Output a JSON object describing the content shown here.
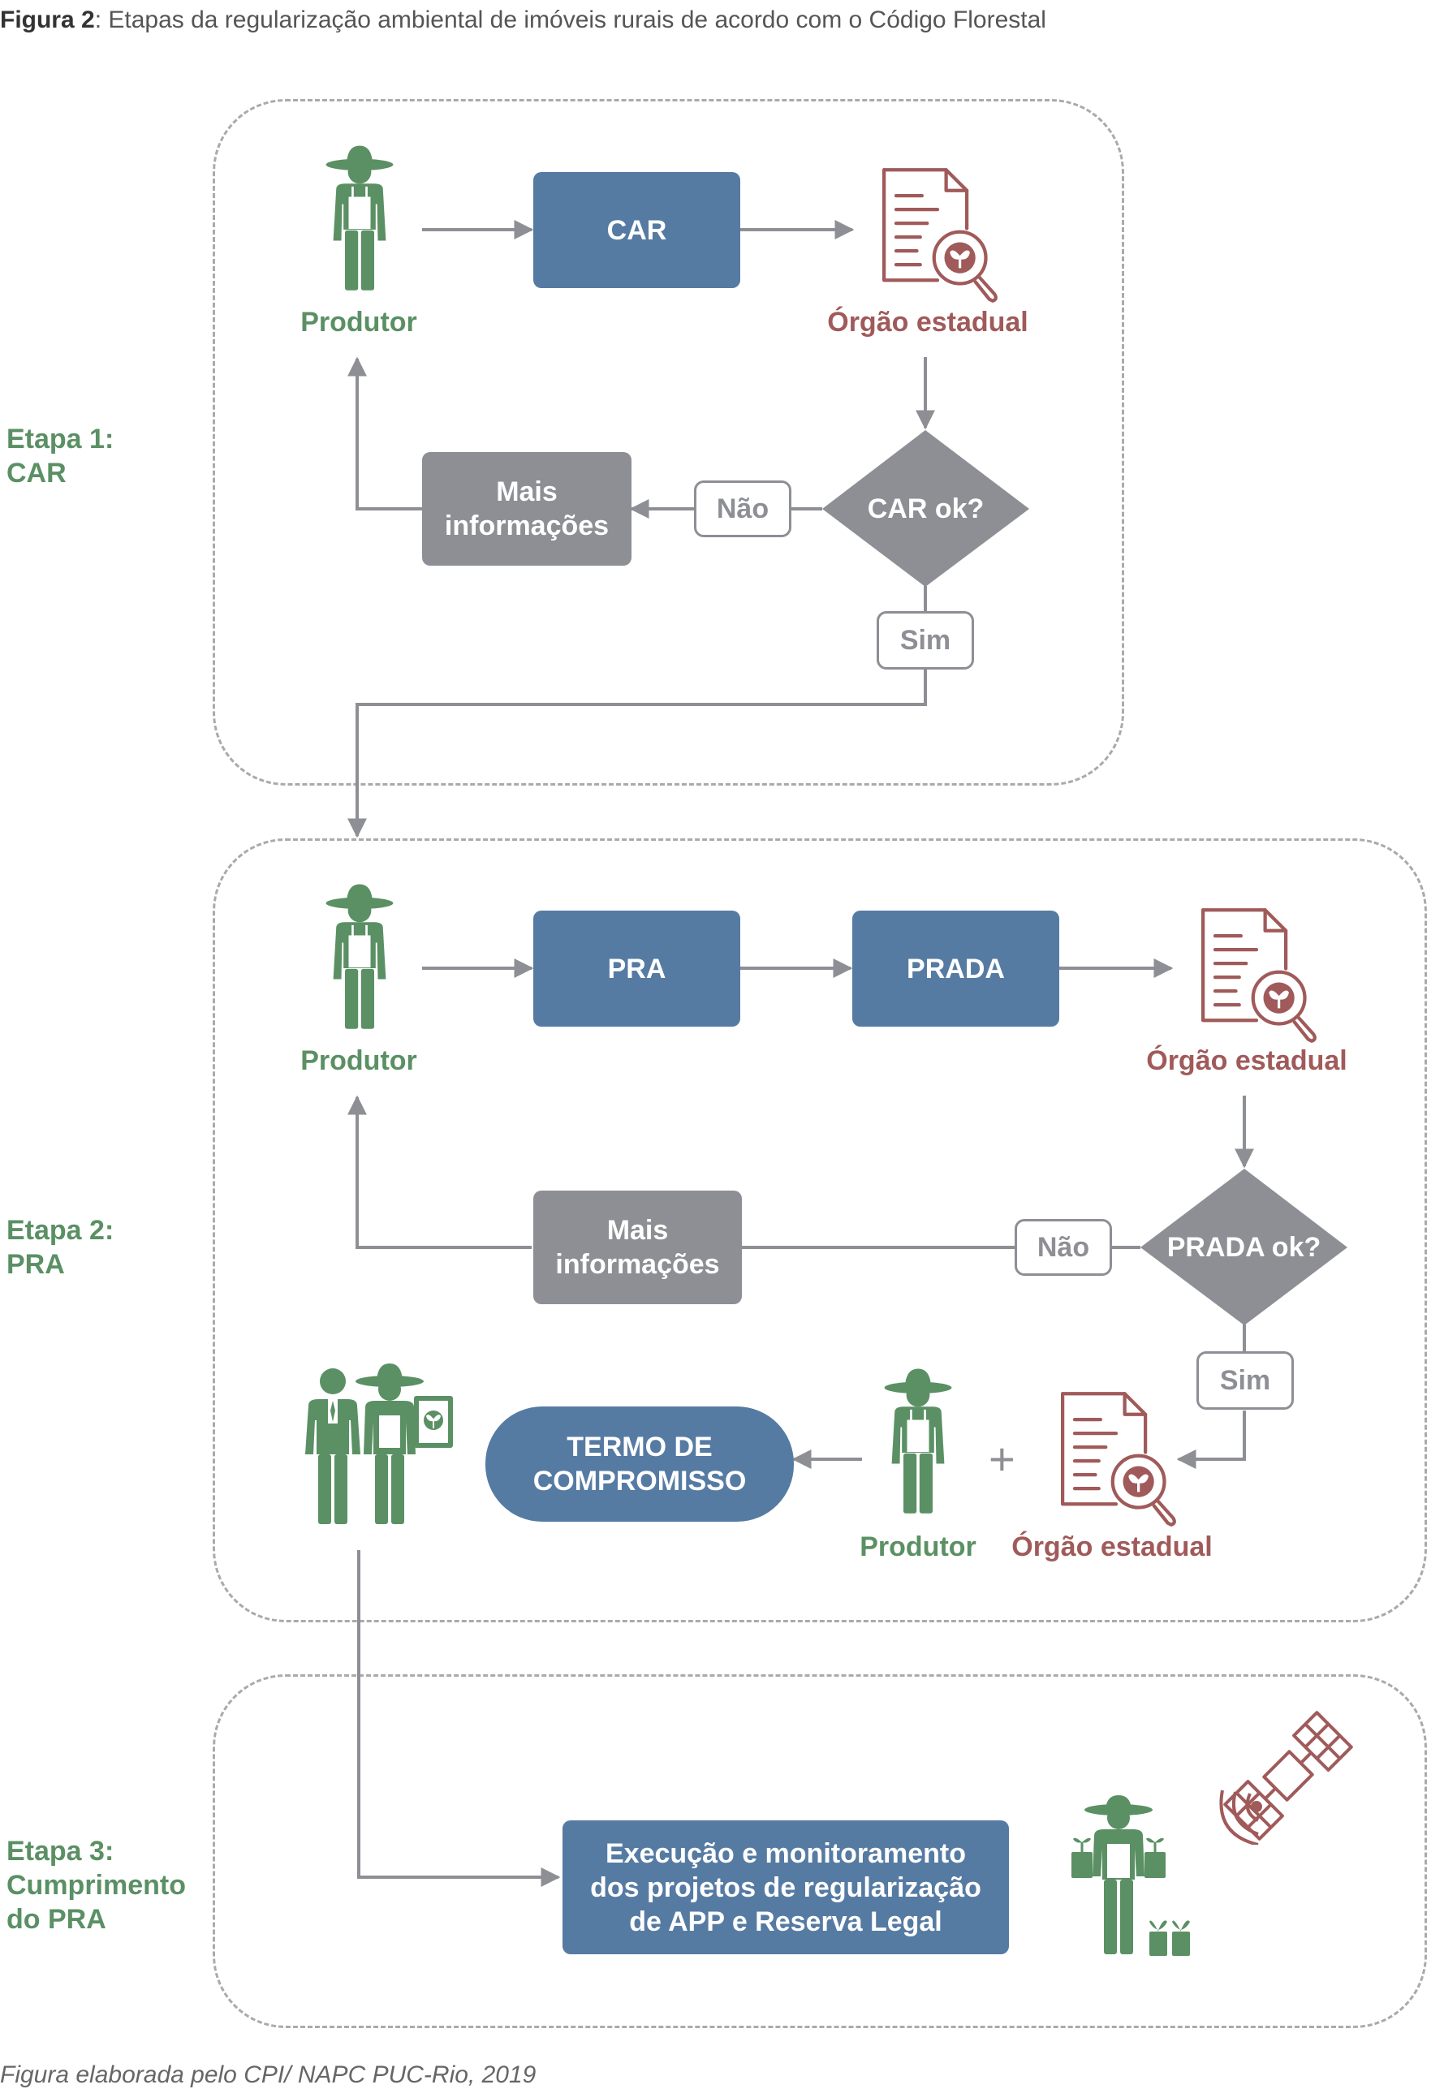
{
  "caption": {
    "label": "Figura 2",
    "text": ": Etapas da regularização ambiental de imóveis rurais de acordo com o Código Florestal"
  },
  "footer": "Figura elaborada pelo CPI/ NAPC PUC-Rio, 2019",
  "stage1": {
    "label_line1": "Etapa 1:",
    "label_line2": "CAR",
    "producer": "Produtor",
    "car_box": "CAR",
    "agency": "Órgão estadual",
    "decision": "CAR ok?",
    "no": "Não",
    "yes": "Sim",
    "more_info_line1": "Mais",
    "more_info_line2": "informações"
  },
  "stage2": {
    "label_line1": "Etapa 2:",
    "label_line2": "PRA",
    "producer": "Produtor",
    "pra_box": "PRA",
    "prada_box": "PRADA",
    "agency": "Órgão estadual",
    "decision": "PRADA ok?",
    "no": "Não",
    "yes": "Sim",
    "more_info_line1": "Mais",
    "more_info_line2": "informações",
    "term_line1": "TERMO DE",
    "term_line2": "COMPROMISSO",
    "plus": "+",
    "producer2": "Produtor",
    "agency2": "Órgão estadual"
  },
  "stage3": {
    "label_line1": "Etapa 3:",
    "label_line2": "Cumprimento",
    "label_line3": "do PRA",
    "box_line1": "Execução e monitoramento",
    "box_line2": "dos projetos de regularização",
    "box_line3": "de APP e Reserva Legal"
  },
  "colors": {
    "green": "#5a9064",
    "blue": "#567ba3",
    "grey": "#8d8f95",
    "red": "#a05a5a"
  },
  "icons": [
    "farmer-icon",
    "document-search-icon",
    "handshake-farmer-icon",
    "satellite-icon",
    "farmer-plants-icon"
  ]
}
